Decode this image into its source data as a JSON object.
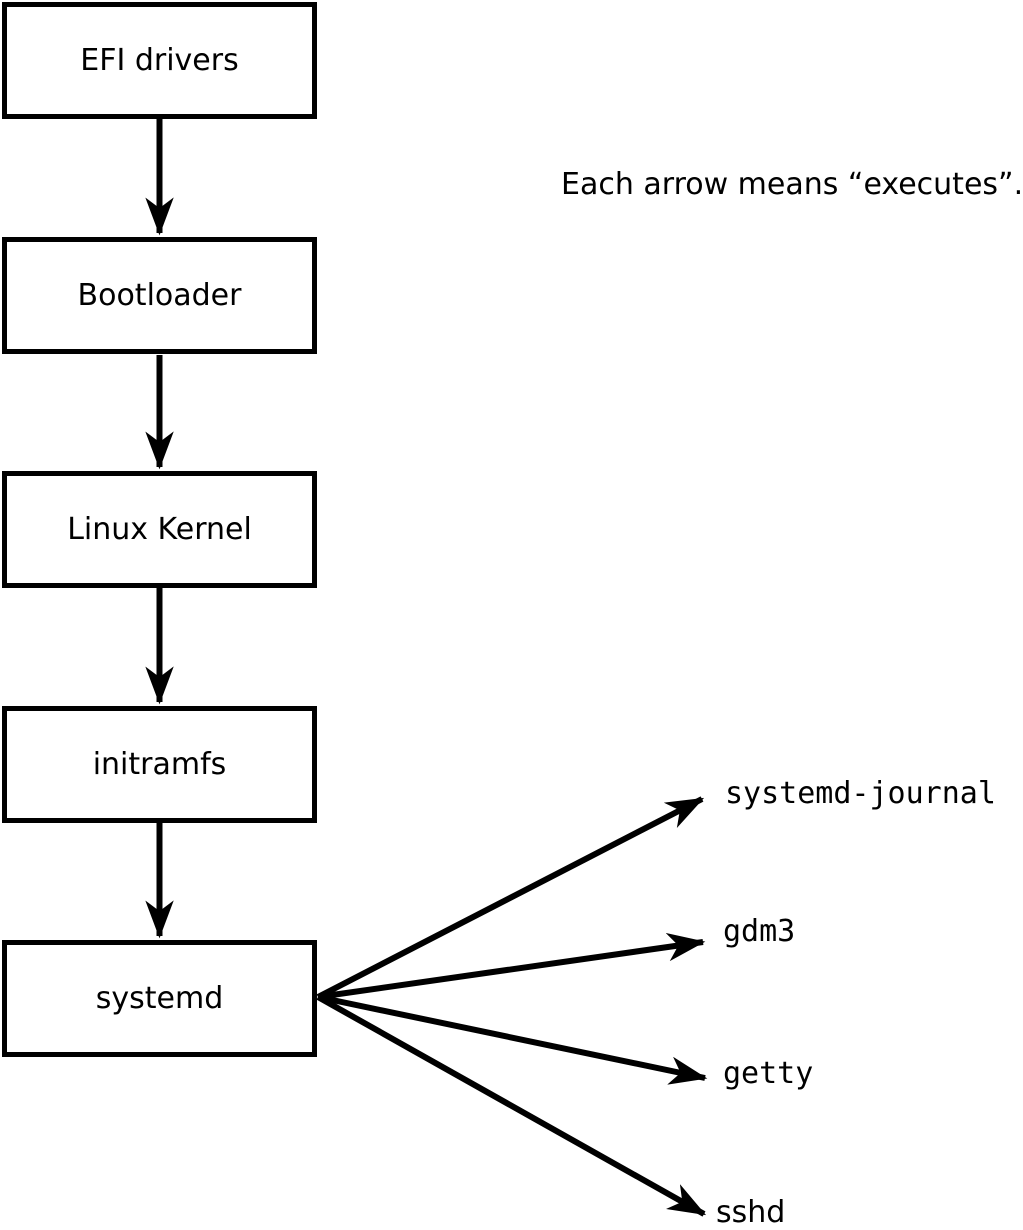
{
  "diagram": {
    "caption": "Each arrow means “executes”.",
    "arrow_meaning": "executes",
    "chain": [
      {
        "label": "EFI drivers"
      },
      {
        "label": "Bootloader"
      },
      {
        "label": "Linux Kernel"
      },
      {
        "label": "initramfs"
      },
      {
        "label": "systemd"
      }
    ],
    "spawned": [
      {
        "label": "systemd-journal"
      },
      {
        "label": "gdm3"
      },
      {
        "label": "getty"
      },
      {
        "label": "sshd"
      }
    ],
    "edges": [
      {
        "from": "EFI drivers",
        "to": "Bootloader"
      },
      {
        "from": "Bootloader",
        "to": "Linux Kernel"
      },
      {
        "from": "Linux Kernel",
        "to": "initramfs"
      },
      {
        "from": "initramfs",
        "to": "systemd"
      },
      {
        "from": "systemd",
        "to": "systemd-journal"
      },
      {
        "from": "systemd",
        "to": "gdm3"
      },
      {
        "from": "systemd",
        "to": "getty"
      },
      {
        "from": "systemd",
        "to": "sshd"
      }
    ],
    "colors": {
      "line": "#000000",
      "text": "#000000",
      "box_fill": "#ffffff",
      "background": "#ffffff"
    }
  }
}
